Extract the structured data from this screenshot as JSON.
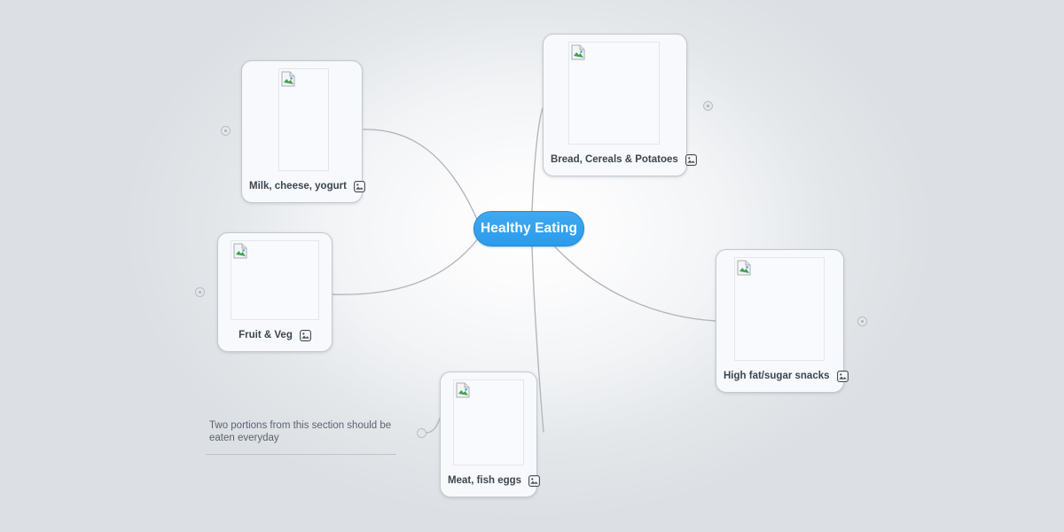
{
  "canvas": {
    "background_color": "#dcdfe3",
    "center_glow_color": "#ffffff"
  },
  "central_node": {
    "label": "Healthy Eating",
    "fill_color": "#32a3ef",
    "text_color": "#ffffff"
  },
  "nodes": [
    {
      "id": "milk",
      "label": "Milk, cheese, yogurt",
      "image_state": "broken-image",
      "badge_icon": "image-icon",
      "label_align": "left"
    },
    {
      "id": "bread",
      "label": "Bread, Cereals & Potatoes",
      "image_state": "broken-image",
      "badge_icon": "image-icon",
      "label_align": "left"
    },
    {
      "id": "fruit",
      "label": "Fruit & Veg",
      "image_state": "broken-image",
      "badge_icon": "image-icon",
      "label_align": "center"
    },
    {
      "id": "snacks",
      "label": "High fat/sugar snacks",
      "image_state": "broken-image",
      "badge_icon": "image-icon",
      "label_align": "left"
    },
    {
      "id": "meat",
      "label": "Meat, fish eggs",
      "image_state": "broken-image",
      "badge_icon": "image-icon",
      "label_align": "left"
    }
  ],
  "annotation": {
    "text": "Two portions from this section should be eaten everyday"
  },
  "collapse_indicators": {
    "count": 5,
    "icon": "collapsed-branch-dot"
  }
}
